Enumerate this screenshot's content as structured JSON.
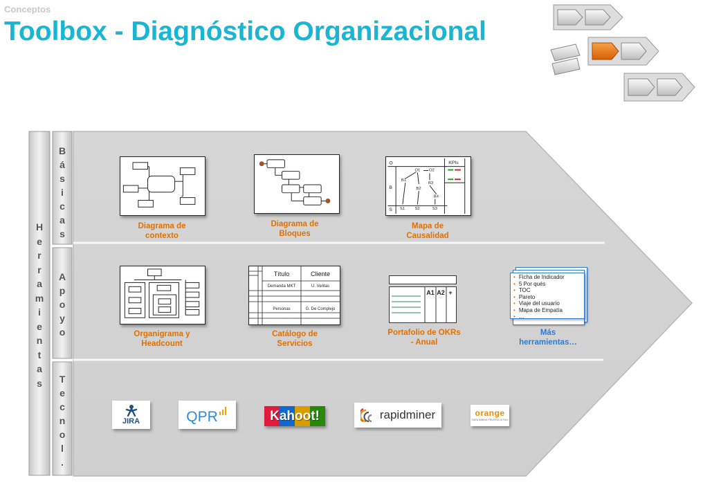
{
  "header": {
    "breadcrumb": "Conceptos",
    "title": "Toolbox - Diagnóstico Organizacional"
  },
  "sidebar": {
    "main_label": "Herramientas",
    "rows": [
      {
        "label": "Básicas"
      },
      {
        "label": "Apoyo"
      },
      {
        "label": "Tecnol."
      }
    ]
  },
  "basicas": [
    {
      "caption": "Diagrama de\ncontexto"
    },
    {
      "caption": "Diagrama de\nBloques"
    },
    {
      "caption": "Mapa de\nCausalidad"
    }
  ],
  "causal_map": {
    "kpis": "KPIs",
    "row_labels": [
      "O",
      "B",
      "S"
    ],
    "nodes": [
      "O1",
      "O2",
      "B1",
      "B2",
      "B3",
      "B4",
      "S1",
      "S2",
      "S3"
    ]
  },
  "apoyo": [
    {
      "caption": "Organigrama y\nHeadcount"
    },
    {
      "caption": "Catálogo de\nServicios"
    },
    {
      "caption": "Portafolio de OKRs\n- Anual"
    },
    {
      "caption": "Más\nherramientas…"
    }
  ],
  "catalog": {
    "headers": [
      "Título",
      "Cliente"
    ],
    "row1": [
      "Demanda MKT",
      "U. Ventas"
    ],
    "row2": [
      "Personas",
      "G. De Complejo"
    ]
  },
  "okr": {
    "headers": [
      "A1",
      "A2",
      "+"
    ]
  },
  "more_tools": {
    "items": [
      "Ficha de Indicador",
      "5 Por qués",
      "TOC",
      "Pareto",
      "Viaje del usuario",
      "Mapa de Empatía",
      "…"
    ]
  },
  "tecnologia": {
    "logos": [
      {
        "name": "JIRA",
        "icon": "jira-icon"
      },
      {
        "name": "QPR",
        "icon": "qpr-icon"
      },
      {
        "name": "Kahoot!",
        "icon": "kahoot-icon"
      },
      {
        "name": "rapidminer",
        "icon": "rapidminer-icon"
      },
      {
        "name": "orange",
        "sub": "DATA MINING FRUITFUL & FUN",
        "icon": "orange-icon"
      }
    ]
  },
  "colors": {
    "title": "#19b5d3",
    "caption": "#e07000",
    "caption_more": "#2e7bd0",
    "arrow_accent": "#e87511"
  }
}
